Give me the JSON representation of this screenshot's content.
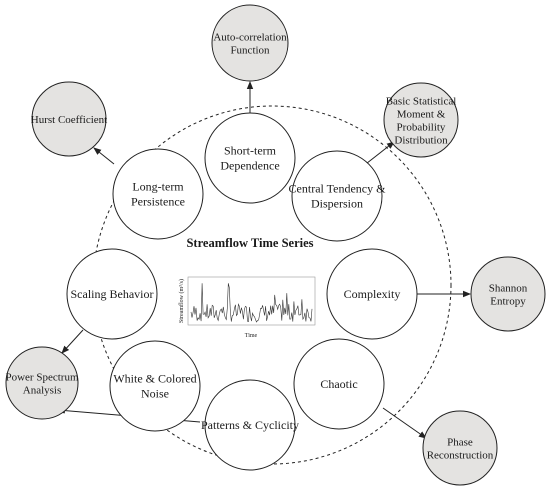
{
  "center": {
    "title": "Streamflow Time Series",
    "inset_chart": {
      "xlabel": "Time",
      "ylabel": "Streamflow (m³/s)"
    }
  },
  "properties": [
    {
      "id": "short-term-dependence",
      "lines": [
        "Short-term",
        "Dependence"
      ]
    },
    {
      "id": "central-tendency",
      "lines": [
        "Central Tendency &",
        "Dispersion"
      ]
    },
    {
      "id": "complexity",
      "lines": [
        "Complexity"
      ]
    },
    {
      "id": "chaotic",
      "lines": [
        "Chaotic"
      ]
    },
    {
      "id": "patterns-cyclicity",
      "lines": [
        "Patterns & Cyclicity"
      ]
    },
    {
      "id": "white-colored-noise",
      "lines": [
        "White & Colored",
        "Noise"
      ]
    },
    {
      "id": "scaling-behavior",
      "lines": [
        "Scaling Behavior"
      ]
    },
    {
      "id": "long-term-persistence",
      "lines": [
        "Long-term",
        "Persistence"
      ]
    }
  ],
  "methods": [
    {
      "id": "autocorrelation",
      "lines": [
        "Auto-correlation",
        "Function"
      ]
    },
    {
      "id": "basic-statistical-moment",
      "lines": [
        "Basic Statistical",
        "Moment &",
        "Probability",
        "Distribution"
      ]
    },
    {
      "id": "shannon-entropy",
      "lines": [
        "Shannon",
        "Entropy"
      ]
    },
    {
      "id": "phase-reconstruction",
      "lines": [
        "Phase",
        "Reconstruction"
      ]
    },
    {
      "id": "power-spectrum",
      "lines": [
        "Power Spectrum",
        "Analysis"
      ]
    },
    {
      "id": "hurst-coefficient",
      "lines": [
        "Hurst Coefficient"
      ]
    }
  ],
  "colors": {
    "stroke": "#222222",
    "method_fill": "#e4e3e1",
    "property_fill": "#ffffff",
    "series_line": "#333333"
  }
}
